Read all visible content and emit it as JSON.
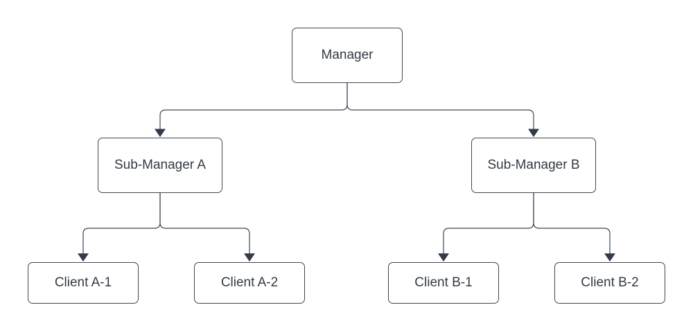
{
  "diagram": {
    "type": "org-chart",
    "nodes": [
      {
        "id": "manager",
        "label": "Manager",
        "level": 0,
        "parent": null
      },
      {
        "id": "sub-manager-a",
        "label": "Sub-Manager A",
        "level": 1,
        "parent": "manager"
      },
      {
        "id": "sub-manager-b",
        "label": "Sub-Manager B",
        "level": 1,
        "parent": "manager"
      },
      {
        "id": "client-a1",
        "label": "Client A-1",
        "level": 2,
        "parent": "sub-manager-a"
      },
      {
        "id": "client-a2",
        "label": "Client A-2",
        "level": 2,
        "parent": "sub-manager-a"
      },
      {
        "id": "client-b1",
        "label": "Client B-1",
        "level": 2,
        "parent": "sub-manager-b"
      },
      {
        "id": "client-b2",
        "label": "Client B-2",
        "level": 2,
        "parent": "sub-manager-b"
      }
    ],
    "edges": [
      {
        "from": "manager",
        "to": "sub-manager-a",
        "arrow": "filled-triangle"
      },
      {
        "from": "manager",
        "to": "sub-manager-b",
        "arrow": "filled-triangle"
      },
      {
        "from": "sub-manager-a",
        "to": "client-a1",
        "arrow": "filled-triangle"
      },
      {
        "from": "sub-manager-a",
        "to": "client-a2",
        "arrow": "filled-triangle"
      },
      {
        "from": "sub-manager-b",
        "to": "client-b1",
        "arrow": "filled-triangle"
      },
      {
        "from": "sub-manager-b",
        "to": "client-b2",
        "arrow": "filled-triangle"
      }
    ],
    "colors": {
      "background": "#ffffff",
      "node_border": "#3d4654",
      "connector": "#3d4654",
      "arrowhead": "#333b49",
      "text": "#333a45"
    }
  }
}
